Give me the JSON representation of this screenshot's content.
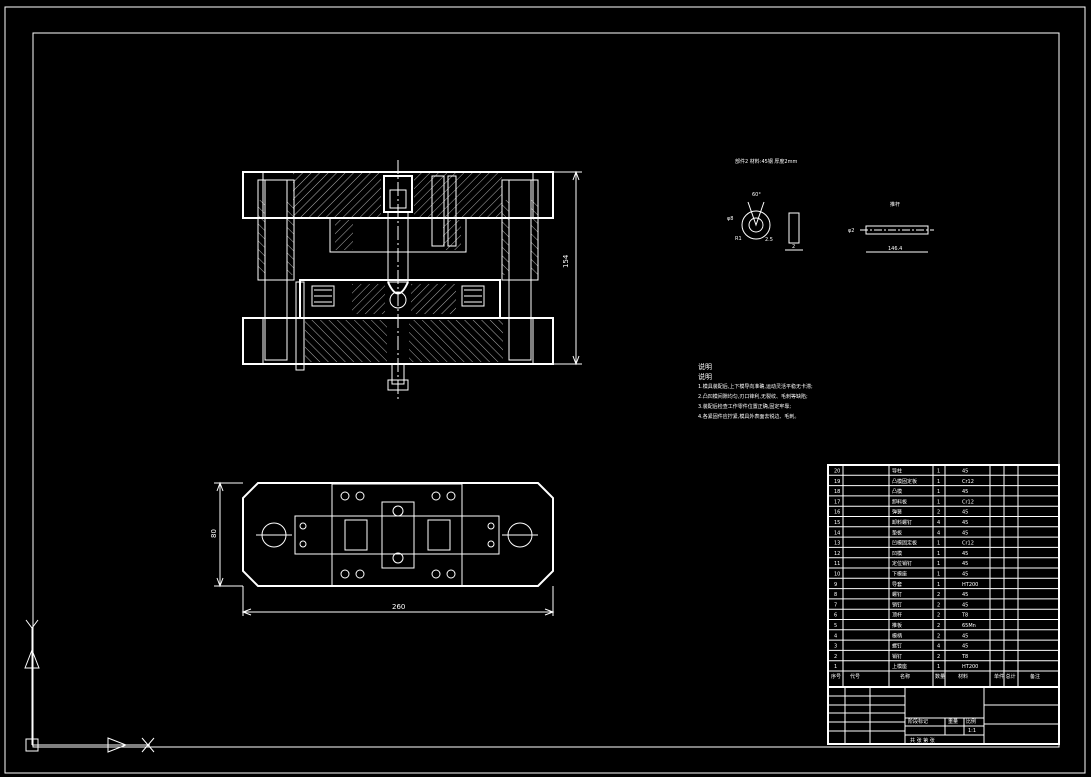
{
  "drawing": {
    "dimensions": {
      "plan_width": "260",
      "plan_height": "80",
      "section_height": "154"
    },
    "detail": {
      "title": "部件2  材料:45钢  厚度2mm",
      "angle": "60°",
      "dia": "φ8",
      "r1": "R1",
      "r2": "2.5",
      "thickness": "2",
      "pin_title": "推杆",
      "pin_dia": "φ2",
      "pin_len": "146.4"
    },
    "notes": {
      "heading": "说明",
      "lines": [
        "1.模具装配后,上下模导向准确,运动灵活平稳无卡滞;",
        "2.凸凹模间隙均匀,刃口锋利,无裂纹、毛刺等缺陷;",
        "3.装配后检查工作零件位置正确,固定牢靠;",
        "4.各紧固件应拧紧,模具外表面去锐边、毛刺。"
      ]
    },
    "bom": {
      "rows": [
        {
          "no": "20",
          "name": "导柱",
          "qty": "1",
          "mat": "45"
        },
        {
          "no": "19",
          "name": "凸模固定板",
          "qty": "1",
          "mat": "Cr12"
        },
        {
          "no": "18",
          "name": "凸模",
          "qty": "1",
          "mat": "45"
        },
        {
          "no": "17",
          "name": "卸料板",
          "qty": "1",
          "mat": "Cr12"
        },
        {
          "no": "16",
          "name": "弹簧",
          "qty": "2",
          "mat": "45"
        },
        {
          "no": "15",
          "name": "卸料螺钉",
          "qty": "4",
          "mat": "45"
        },
        {
          "no": "14",
          "name": "垫板",
          "qty": "4",
          "mat": "45"
        },
        {
          "no": "13",
          "name": "凹模固定板",
          "qty": "1",
          "mat": "Cr12"
        },
        {
          "no": "12",
          "name": "凹模",
          "qty": "1",
          "mat": "45"
        },
        {
          "no": "11",
          "name": "定位销钉",
          "qty": "1",
          "mat": "45"
        },
        {
          "no": "10",
          "name": "下模座",
          "qty": "1",
          "mat": "45"
        },
        {
          "no": "9",
          "name": "导套",
          "qty": "1",
          "mat": "HT200"
        },
        {
          "no": "8",
          "name": "螺钉",
          "qty": "2",
          "mat": "45"
        },
        {
          "no": "7",
          "name": "销钉",
          "qty": "2",
          "mat": "45"
        },
        {
          "no": "6",
          "name": "顶杆",
          "qty": "2",
          "mat": "T8"
        },
        {
          "no": "5",
          "name": "推板",
          "qty": "2",
          "mat": "65Mn"
        },
        {
          "no": "4",
          "name": "模柄",
          "qty": "2",
          "mat": "45"
        },
        {
          "no": "3",
          "name": "螺钉",
          "qty": "4",
          "mat": "45"
        },
        {
          "no": "2",
          "name": "销钉",
          "qty": "2",
          "mat": "T8"
        },
        {
          "no": "1",
          "name": "上模座",
          "qty": "1",
          "mat": "HT200"
        }
      ],
      "header": {
        "no": "序号",
        "code": "代号",
        "name": "名称",
        "qty": "数量",
        "mat": "材料",
        "weight": "单件 总计",
        "remark": "备注"
      }
    },
    "title_block": {
      "stage": "阶段标记",
      "weight": "重量",
      "scale": "比例",
      "scale_val": "1:1",
      "sheet": "共  张 第  张"
    }
  }
}
